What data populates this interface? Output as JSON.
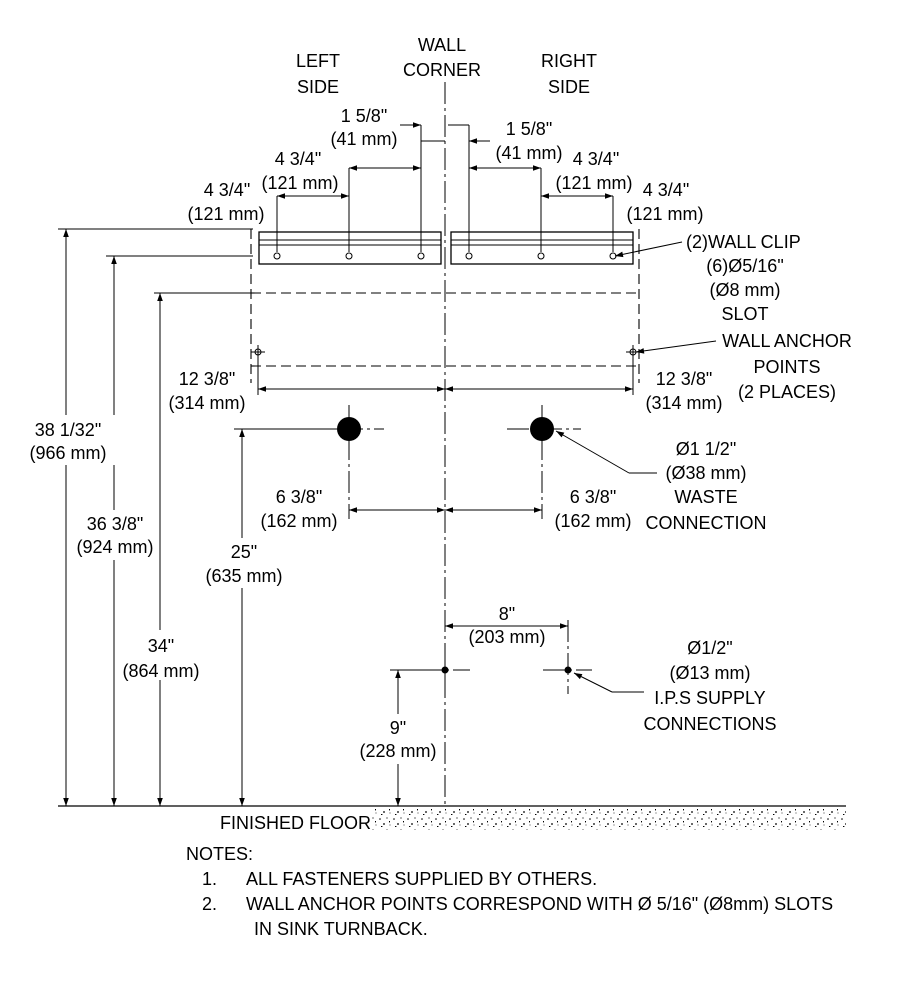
{
  "labels": {
    "left_side_1": "LEFT",
    "left_side_2": "SIDE",
    "wall_corner_1": "WALL",
    "wall_corner_2": "CORNER",
    "right_side_1": "RIGHT",
    "right_side_2": "SIDE"
  },
  "dimensions": {
    "d1_5_8_l_in": "1 5/8\"",
    "d1_5_8_l_mm": "(41 mm)",
    "d1_5_8_r_in": "1 5/8\"",
    "d1_5_8_r_mm": "(41 mm)",
    "d4_3_4_l1_in": "4 3/4\"",
    "d4_3_4_l1_mm": "(121 mm)",
    "d4_3_4_l2_in": "4 3/4\"",
    "d4_3_4_l2_mm": "(121 mm)",
    "d4_3_4_r1_in": "4 3/4\"",
    "d4_3_4_r1_mm": "(121 mm)",
    "d4_3_4_r2_in": "4 3/4\"",
    "d4_3_4_r2_mm": "(121 mm)",
    "d12_3_8_l_in": "12 3/8\"",
    "d12_3_8_l_mm": "(314 mm)",
    "d12_3_8_r_in": "12 3/8\"",
    "d12_3_8_r_mm": "(314 mm)",
    "d6_3_8_l_in": "6 3/8\"",
    "d6_3_8_l_mm": "(162 mm)",
    "d6_3_8_r_in": "6 3/8\"",
    "d6_3_8_r_mm": "(162 mm)",
    "d38_in": "38 1/32\"",
    "d38_mm": "(966 mm)",
    "d36_in": "36 3/8\"",
    "d36_mm": "(924 mm)",
    "d34_in": "34\"",
    "d34_mm": "(864 mm)",
    "d25_in": "25\"",
    "d25_mm": "(635 mm)",
    "d9_in": "9\"",
    "d9_mm": "(228 mm)",
    "d8_in": "8\"",
    "d8_mm": "(203 mm)"
  },
  "callouts": {
    "wall_clip_1": "(2)WALL CLIP",
    "wall_clip_2": "(6)Ø5/16\"",
    "wall_clip_3": "(Ø8 mm)",
    "wall_clip_4": "SLOT",
    "anchor_1": "WALL ANCHOR",
    "anchor_2": "POINTS",
    "anchor_3": "(2 PLACES)",
    "waste_1": "Ø1  1/2\"",
    "waste_2": "(Ø38 mm)",
    "waste_3": "WASTE",
    "waste_4": "CONNECTION",
    "supply_1": "Ø1/2\"",
    "supply_2": "(Ø13 mm)",
    "supply_3": "I.P.S SUPPLY",
    "supply_4": "CONNECTIONS"
  },
  "floor_label": "FINISHED FLOOR",
  "notes": {
    "heading": "NOTES:",
    "items": [
      {
        "num": "1.",
        "line1": "ALL FASTENERS SUPPLIED BY OTHERS.",
        "line2": ""
      },
      {
        "num": "2.",
        "line1": "WALL ANCHOR POINTS CORRESPOND WITH Ø 5/16\" (Ø8mm) SLOTS",
        "line2": "IN SINK TURNBACK."
      }
    ]
  }
}
